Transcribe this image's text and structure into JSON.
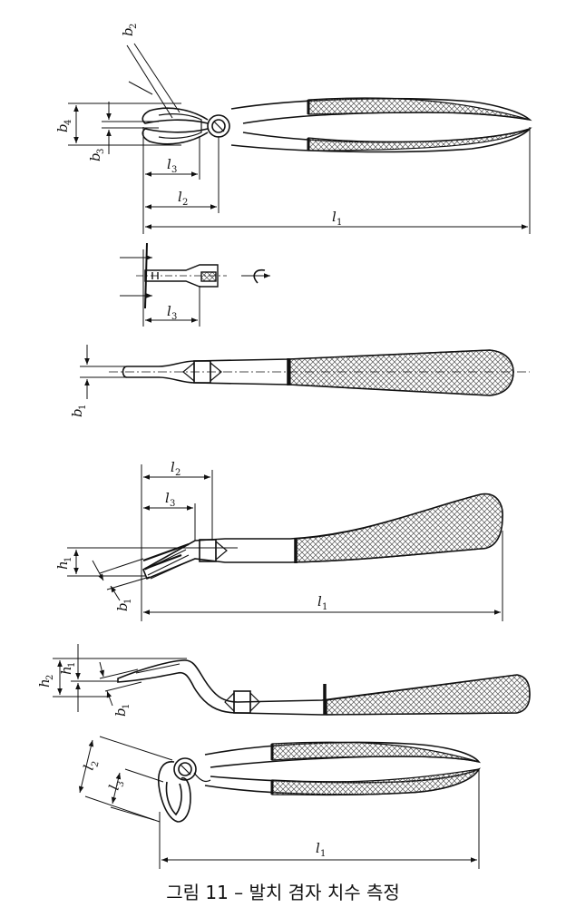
{
  "caption": "그림 11 – 발치 겸자 치수 측정",
  "labels": {
    "b": "b",
    "h": "h",
    "l": "l",
    "s1": "1",
    "s2": "2",
    "s3": "3",
    "s4": "4"
  },
  "colors": {
    "ink": "#111111",
    "hatch": "#555555"
  }
}
